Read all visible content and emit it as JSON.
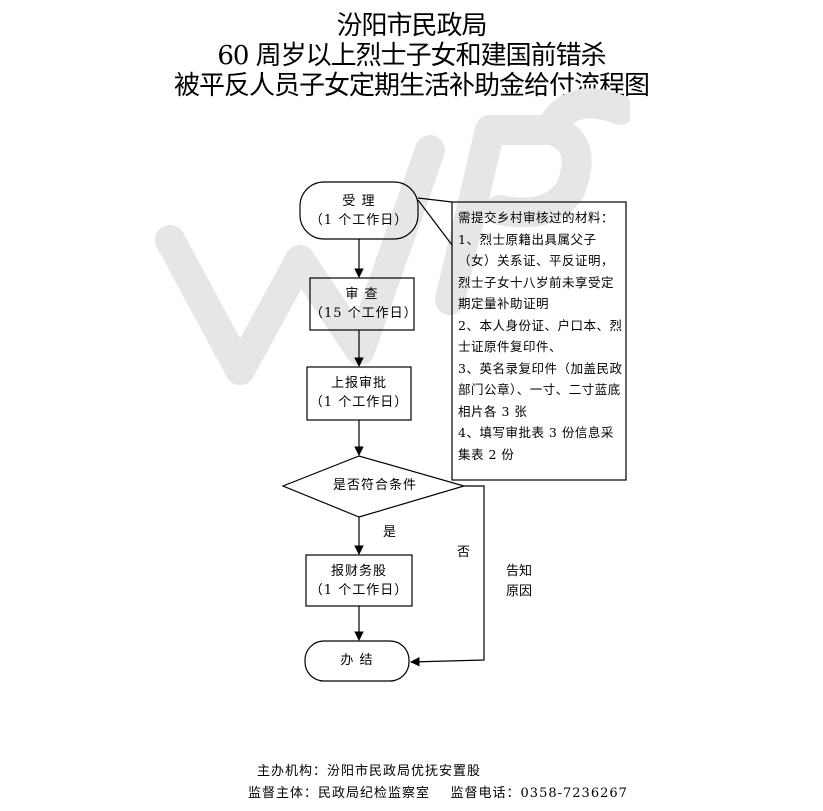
{
  "title": {
    "line1": "汾阳市民政局",
    "line2": "60 周岁以上烈士子女和建国前错杀",
    "line3": "被平反人员子女定期生活补助金给付流程图"
  },
  "watermark_text": "WPS",
  "nodes": {
    "accept": {
      "label": "受  理",
      "days": "（1 个工作日）"
    },
    "review": {
      "label": "审  查",
      "days": "（15 个工作日）"
    },
    "report": {
      "label": "上报审批",
      "days": "（1 个工作日）"
    },
    "decision": {
      "label": "是否符合条件"
    },
    "finance": {
      "label": "报财务股",
      "days": "（1 个工作日）"
    },
    "finish": {
      "label": "办  结"
    }
  },
  "note": {
    "text": "需提交乡村审核过的材料：\n1、烈士原籍出具属父子（女）关系证、平反证明，烈士子女十八岁前未享受定期定量补助证明\n2、本人身份证、户口本、烈士证原件复印件、\n3、英名录复印件（加盖民政部门公章）、一寸、二寸蓝底相片各 3 张\n4、填写审批表 3 份信息采集表 2 份"
  },
  "edge_labels": {
    "yes": "是",
    "no": "否",
    "notify_line1": "告知",
    "notify_line2": "原因"
  },
  "footer": {
    "line1": "主办机构：汾阳市民政局优抚安置股",
    "line2": "监督主体：民政局纪检监察室    监督电话：0358-7236267"
  }
}
